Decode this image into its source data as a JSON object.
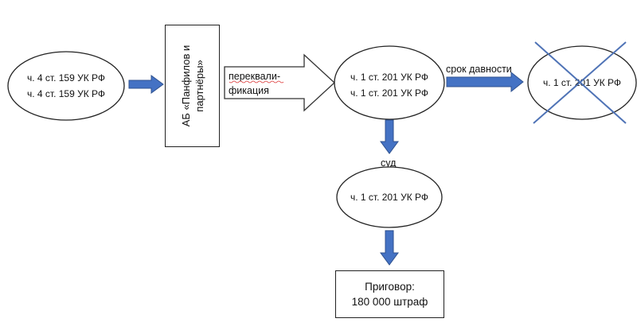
{
  "nodes": {
    "start": {
      "line1": "ч. 4 ст. 159 УК РФ",
      "line2": "ч. 4 ст. 159 УК РФ"
    },
    "law_firm": {
      "line1": "АБ «Панфилов и",
      "line2": "партнёры»"
    },
    "requalified": {
      "line1": "ч. 1 ст. 201 УК РФ",
      "line2": "ч. 1 ст. 201 УК РФ"
    },
    "expired": {
      "text": "ч. 1 ст. 201 УК РФ"
    },
    "court_node": {
      "text": "ч. 1 ст. 201 УК РФ"
    },
    "verdict": {
      "line1": "Приговор:",
      "line2": "180 000 штраф"
    }
  },
  "edges": {
    "requalification": {
      "line1": "переквали-",
      "line2": "фикация"
    },
    "limitation": {
      "label": "срок давности"
    },
    "court": {
      "label": "суд"
    }
  },
  "colors": {
    "arrow": "#4472c4",
    "arrow_border": "#2f528f",
    "cross": "#4f73b6",
    "outline": "#222222"
  }
}
